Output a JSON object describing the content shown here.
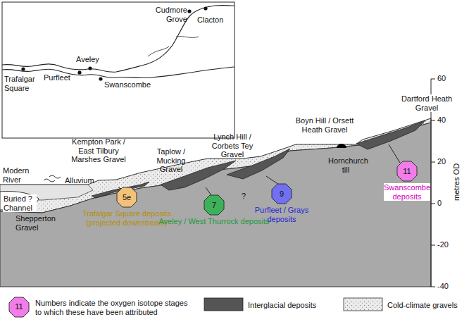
{
  "diagram": {
    "nodes": [
      {
        "text": [
          "5e",
          "Trafalgar Square deposits (projected downstream)"
        ]
      },
      {
        "text": [
          "7",
          "Aveley / West Thurrock deposits"
        ]
      },
      {
        "text": [
          "9",
          "Purfleet / Grays deposits"
        ]
      },
      {
        "text": [
          "11",
          "Swanscombe deposits"
        ]
      }
    ],
    "labels": [
      "Cudmore Grove",
      "Clacton",
      "Aveley",
      "Purfleet",
      "Trafalgar Square",
      "Swanscombe",
      "Dartford Heath Gravel",
      "Boyn Hill / Orsett Heath Gravel",
      "Lynch Hill / Corbets Tey Gravel",
      "Taplow / Mucking Gravel",
      "Kempton Park / East Tilbury Marshes Gravel",
      "Alluvium",
      "Modern River",
      "Buried ? Channel",
      "Shepperton Gravel",
      "Hornchurch till",
      "?",
      "?",
      "60",
      "40",
      "20",
      "0",
      "-20",
      "-40",
      "metres OD",
      "11"
    ],
    "legend": [
      {
        "text": "Numbers indicate the oxygen isotope stages to which these have been attributed"
      },
      {
        "text": "Interglacial deposits",
        "color": "#555555"
      },
      {
        "text": "Cold-climate gravels"
      }
    ]
  }
}
